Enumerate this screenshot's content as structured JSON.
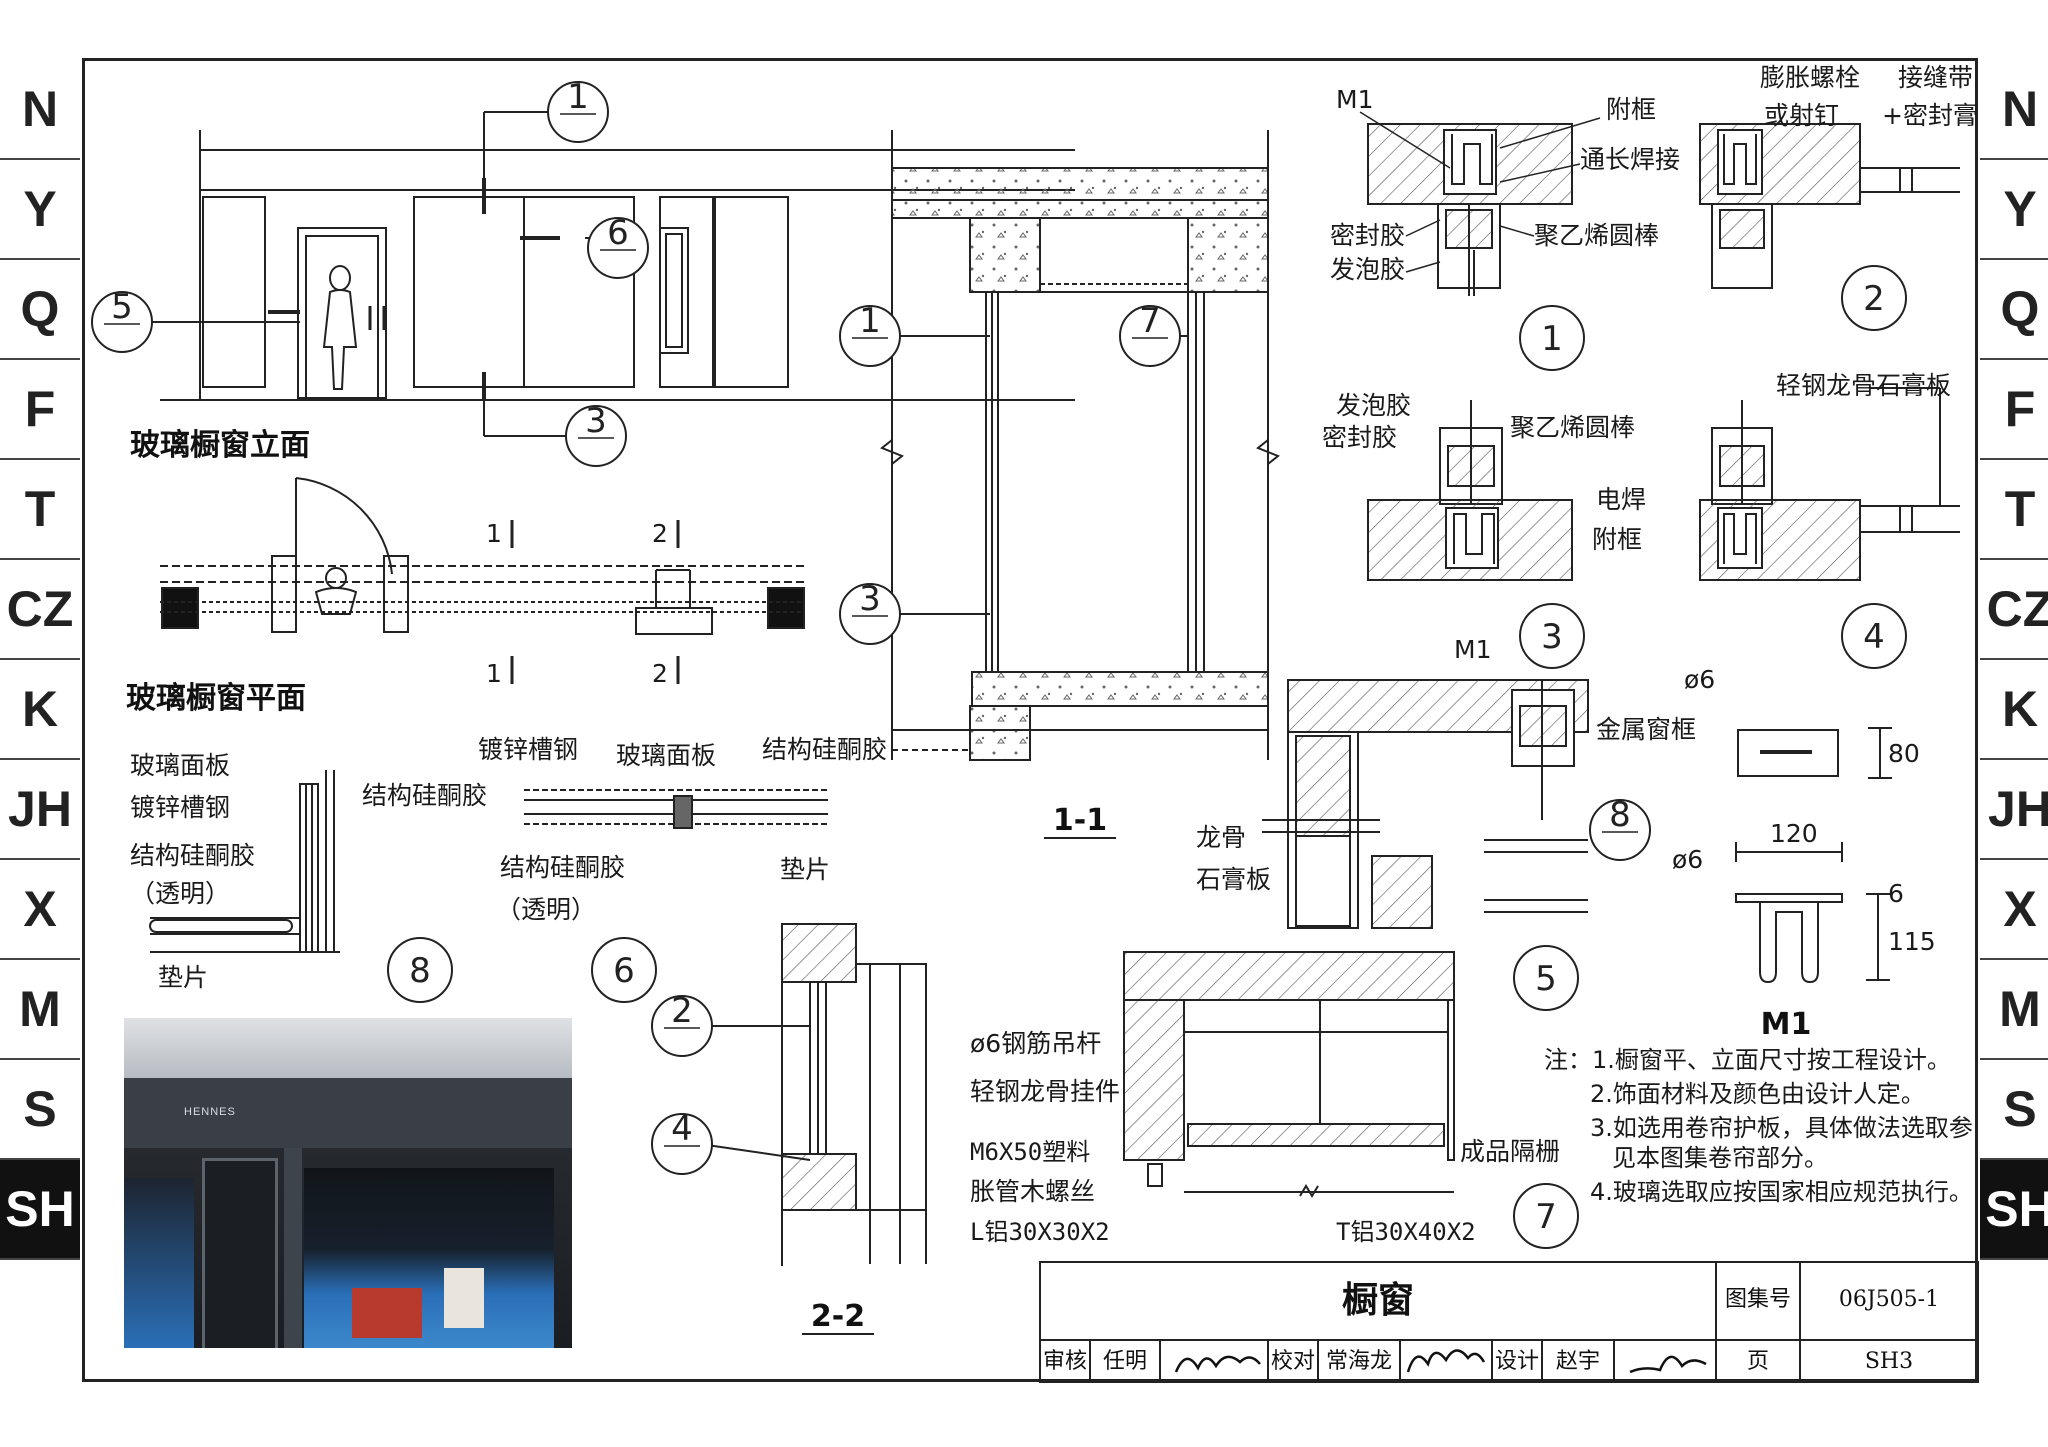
{
  "side_tabs": {
    "items": [
      "N",
      "Y",
      "Q",
      "F",
      "T",
      "CZ",
      "K",
      "JH",
      "X",
      "M",
      "S",
      "SH"
    ],
    "active": "SH"
  },
  "elevation": {
    "title": "玻璃橱窗立面",
    "callouts": [
      "1",
      "6",
      "5",
      "3"
    ]
  },
  "plan": {
    "title": "玻璃橱窗平面",
    "sections": [
      "1",
      "2",
      "1",
      "2"
    ]
  },
  "section_1_1": {
    "title": "1-1",
    "callouts": [
      "1",
      "7",
      "3"
    ]
  },
  "section_2_2": {
    "title": "2-2",
    "callouts": [
      "2",
      "4"
    ]
  },
  "detail_1": {
    "number": "1",
    "labels": [
      "M1",
      "附框",
      "通长焊接",
      "密封胶",
      "发泡胶",
      "聚乙烯圆棒"
    ]
  },
  "detail_2": {
    "number": "2",
    "labels": [
      "膨胀螺栓",
      "或射钉",
      "接缝带",
      "+密封膏"
    ]
  },
  "detail_3": {
    "number": "3",
    "labels": [
      "发泡胶",
      "密封胶",
      "聚乙烯圆棒",
      "电焊",
      "附框"
    ]
  },
  "detail_4": {
    "number": "4",
    "labels": [
      "轻钢龙骨石膏板"
    ]
  },
  "detail_5": {
    "number": "5",
    "labels": [
      "M1",
      "金属窗框",
      "龙骨",
      "石膏板"
    ]
  },
  "detail_6": {
    "number": "6",
    "labels": [
      "镀锌槽钢",
      "玻璃面板",
      "结构硅酮胶",
      "结构硅酮胶",
      "（透明）",
      "垫片"
    ]
  },
  "detail_7": {
    "number": "7",
    "labels": [
      "ø6钢筋吊杆",
      "轻钢龙骨挂件",
      "M6X50塑料",
      "胀管木螺丝",
      "L铝30X30X2",
      "T铝30X40X2",
      "成品隔栅"
    ]
  },
  "detail_8": {
    "number": "8",
    "labels": [
      "玻璃面板",
      "镀锌槽钢",
      "结构硅酮胶",
      "结构硅酮胶",
      "（透明）",
      "垫片"
    ]
  },
  "m1": {
    "title": "M1",
    "labels": {
      "rod_top": "ø6",
      "rod_side": "ø6",
      "dim_80": "80",
      "dim_120": "120",
      "dim_115": "115",
      "dim_6": "6"
    }
  },
  "notes": {
    "lines": [
      "注：1.橱窗平、立面尺寸按工程设计。",
      "2.饰面材料及颜色由设计人定。",
      "3.如选用卷帘护板，具体做法选取参",
      "见本图集卷帘部分。",
      "4.玻璃选取应按国家相应规范执行。"
    ]
  },
  "title_block": {
    "drawing_title": "橱窗",
    "atlas_label": "图集号",
    "atlas_no": "06J505-1",
    "review_label": "审核",
    "reviewer": "任明",
    "check_label": "校对",
    "checker": "常海龙",
    "design_label": "设计",
    "designer": "赵宇",
    "page_label": "页",
    "page_no": "SH3"
  },
  "photo": {
    "storefront_sign": "HENNES"
  },
  "colors": {
    "ink": "#1a1a1a",
    "tab_active_bg": "#111111",
    "photo_blue": "#2a6fb8"
  }
}
